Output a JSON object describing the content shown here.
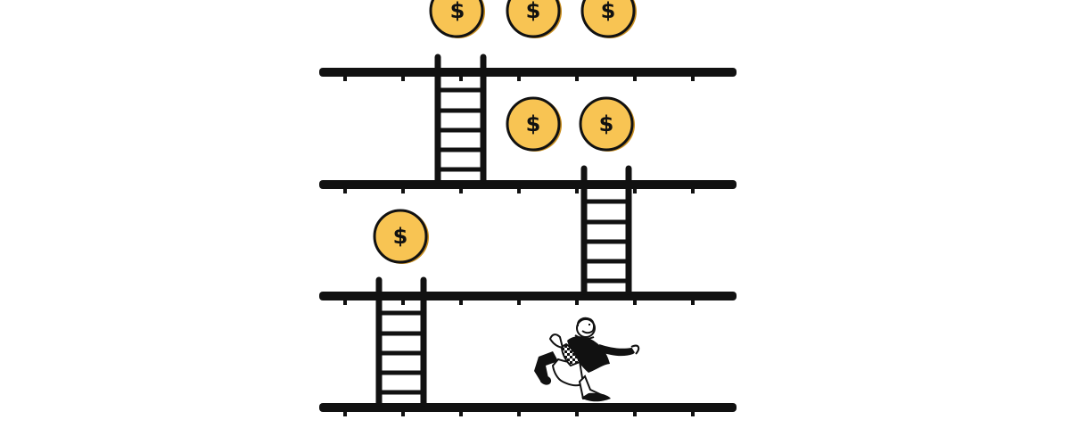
{
  "scene": {
    "background_color": "#ffffff",
    "line_color": "#111111",
    "coin_fill": "#f8c453",
    "coin_stroke": "#111111",
    "coin_shadow": "#c98e1f",
    "platform_count": 4,
    "ladder_count": 3,
    "coin_count": 6
  },
  "coins": [
    {
      "name": "coin-top-left",
      "symbol": "$"
    },
    {
      "name": "coin-top-middle",
      "symbol": "$"
    },
    {
      "name": "coin-top-right",
      "symbol": "$"
    },
    {
      "name": "coin-second-left",
      "symbol": "$"
    },
    {
      "name": "coin-second-right",
      "symbol": "$"
    },
    {
      "name": "coin-third-left",
      "symbol": "$"
    }
  ],
  "character": {
    "name": "running-rich-man",
    "icon": "running-businessman-icon"
  }
}
